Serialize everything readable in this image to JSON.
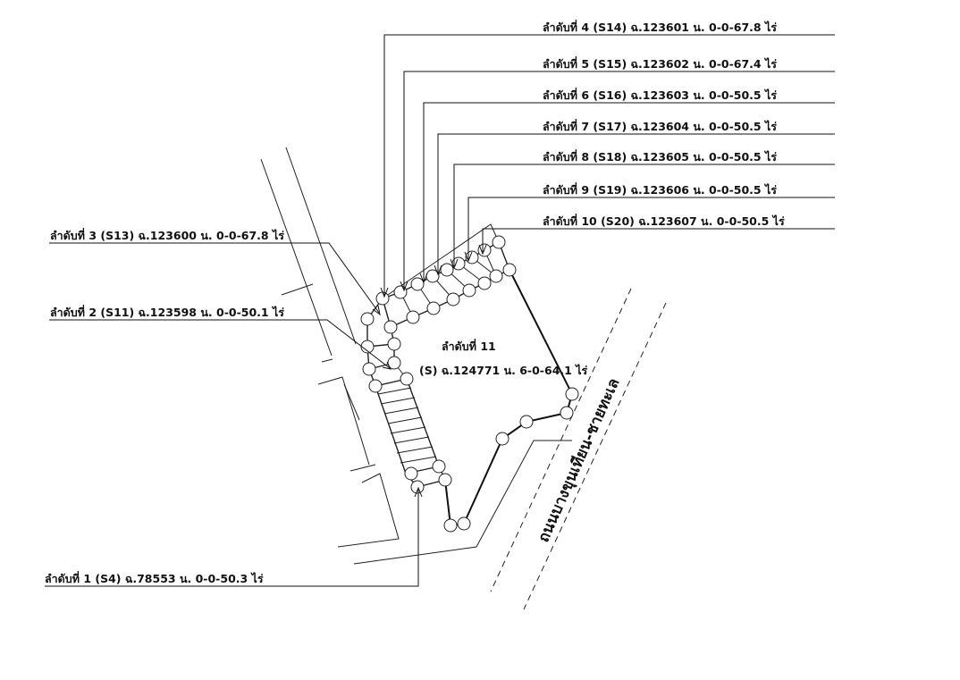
{
  "parcel_labels": [
    {
      "id": "l4",
      "text": "ลำดับที่ 4  (S14) ฉ.123601 น. 0-0-67.8 ไร่"
    },
    {
      "id": "l5",
      "text": "ลำดับที่ 5  (S15) ฉ.123602 น. 0-0-67.4 ไร่"
    },
    {
      "id": "l6",
      "text": "ลำดับที่ 6  (S16) ฉ.123603 น. 0-0-50.5 ไร่"
    },
    {
      "id": "l7",
      "text": "ลำดับที่ 7  (S17) ฉ.123604 น. 0-0-50.5 ไร่"
    },
    {
      "id": "l8",
      "text": "ลำดับที่ 8  (S18) ฉ.123605 น. 0-0-50.5 ไร่"
    },
    {
      "id": "l9",
      "text": "ลำดับที่ 9  (S19) ฉ.123606 น. 0-0-50.5 ไร่"
    },
    {
      "id": "l10",
      "text": "ลำดับที่ 10 (S20) ฉ.123607 น. 0-0-50.5 ไร่"
    },
    {
      "id": "l3",
      "text": "ลำดับที่ 3  (S13) ฉ.123600 น. 0-0-67.8 ไร่"
    },
    {
      "id": "l2",
      "text": "ลำดับที่ 2 (S11) ฉ.123598 น. 0-0-50.1 ไร่"
    },
    {
      "id": "l1",
      "text": "ลำดับที่ 1 (S4) ฉ.78553 น. 0-0-50.3 ไร่"
    }
  ],
  "main_parcel": {
    "title": "ลำดับที่ 11",
    "detail": "(S) ฉ.124771 น. 6-0-64.1 ไร่"
  },
  "road": {
    "name": "ถนนบางขุนเทียน-ชายทะเล"
  }
}
